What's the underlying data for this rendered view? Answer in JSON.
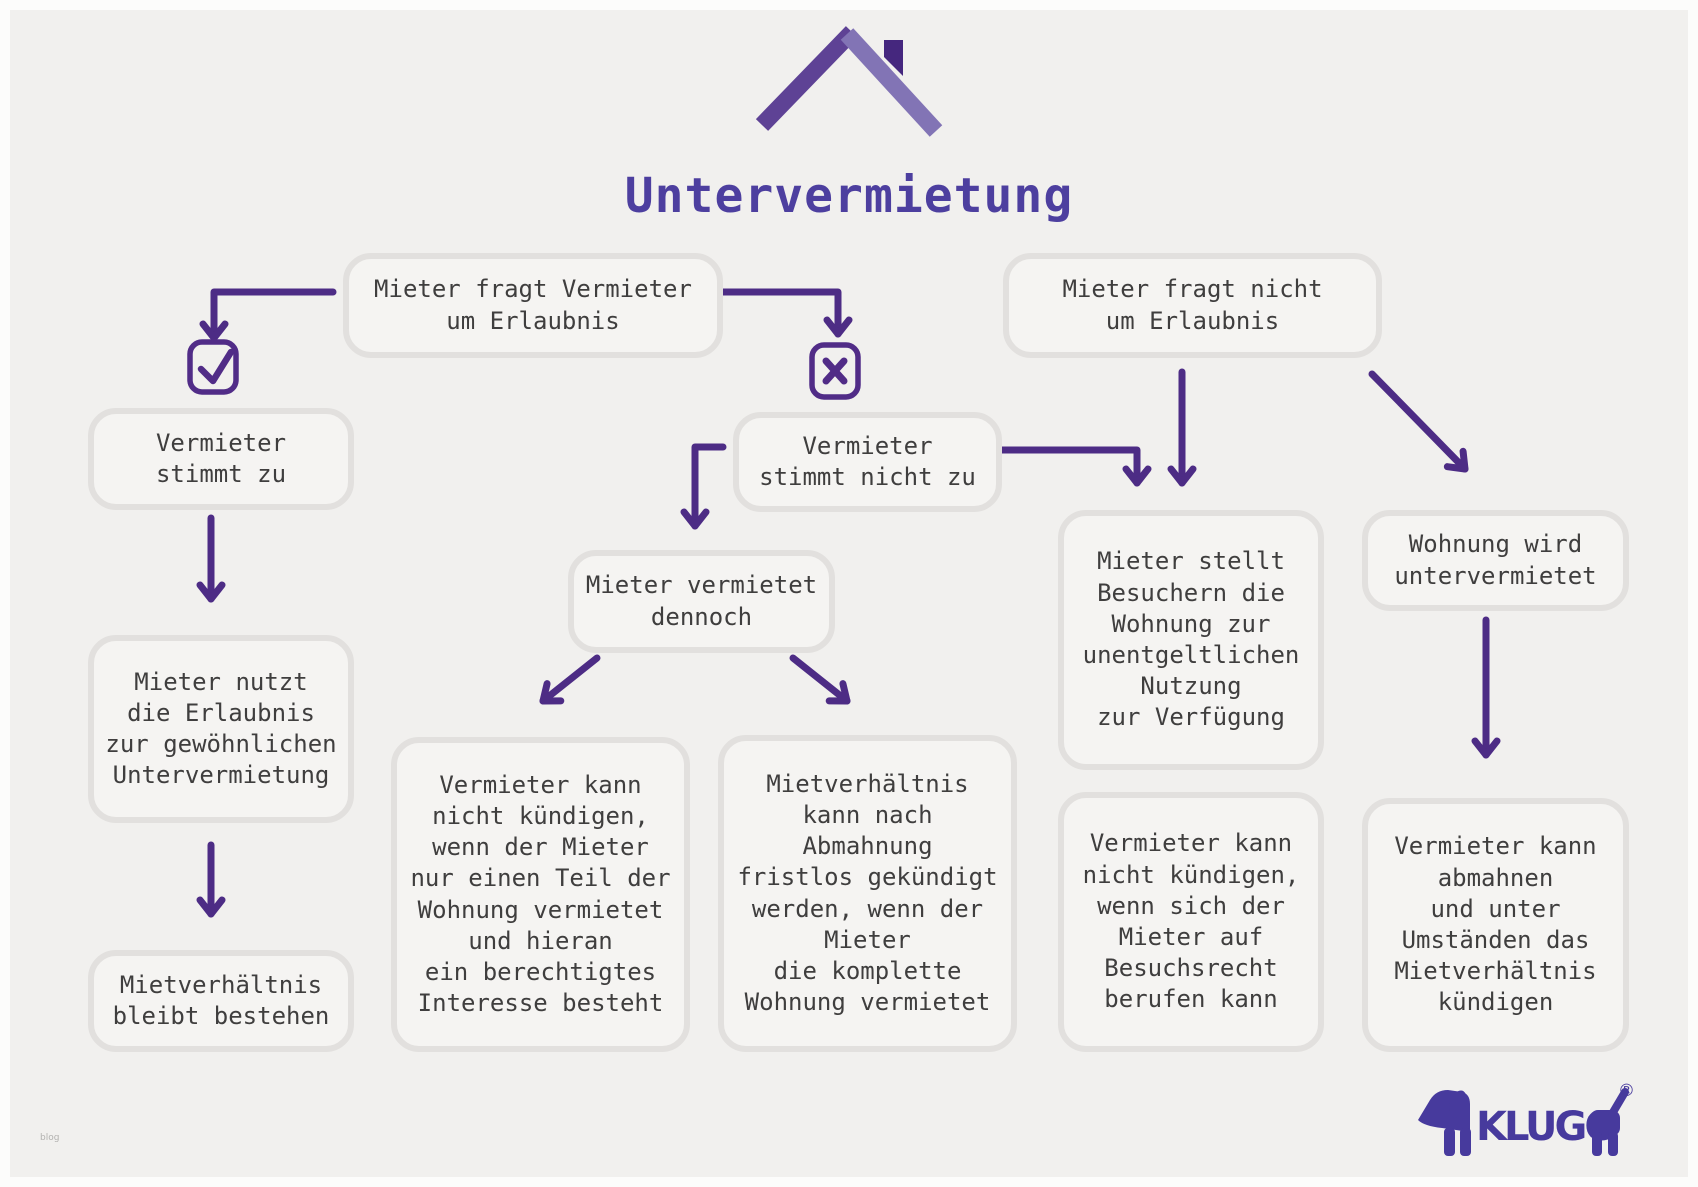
{
  "header": {
    "title": "Untervermietung",
    "roof_icon": "house-roof-icon"
  },
  "nodes": {
    "ask_permission": "Mieter fragt Vermieter\num Erlaubnis",
    "no_ask_permission": "Mieter fragt nicht\num Erlaubnis",
    "landlord_agrees": "Vermieter\nstimmt zu",
    "landlord_disagrees": "Vermieter\nstimmt nicht zu",
    "tenant_sublets_anyway": "Mieter vermietet\ndennoch",
    "tenant_uses_permission": "Mieter nutzt\ndie Erlaubnis\nzur gewöhnlichen\nUntervermietung",
    "tenancy_remains": "Mietverhältnis\nbleibt bestehen",
    "no_termination_partial_sublet": "Vermieter kann\nnicht kündigen,\nwenn der Mieter\nnur einen Teil der\nWohnung vermietet\nund hieran\nein berechtigtes\nInteresse besteht",
    "termination_after_warning": "Mietverhältnis\nkann nach\nAbmahnung\nfristlos gekündigt\nwerden, wenn der\nMieter\ndie komplette\nWohnung vermietet",
    "guests_free_use": "Mieter stellt\nBesuchern die\nWohnung zur\nunentgeltlichen\nNutzung\nzur Verfügung",
    "flat_gets_sublet": "Wohnung wird\nuntervermietet",
    "no_termination_visiting_right": "Vermieter kann\nnicht kündigen,\nwenn sich der\nMieter auf\nBesuchsrecht\nberufen kann",
    "warning_and_termination": "Vermieter kann\nabmahnen\nund unter\nUmständen das\nMietverhältnis\nkündigen"
  },
  "icons": {
    "approve": "check-icon",
    "reject": "x-icon"
  },
  "logo": {
    "brand": "KLUGO",
    "registered": "®"
  },
  "watermark": "blog",
  "colors": {
    "background": "#f1f0ee",
    "box_fill": "#f5f4f2",
    "box_border": "#e2e0de",
    "text": "#3f3e3e",
    "arrow": "#4d2c85",
    "title": "#4d3f9f",
    "roof_left": "#5e4295",
    "roof_right": "#8274b5",
    "chimney": "#45277e",
    "logo": "#473a9d"
  }
}
